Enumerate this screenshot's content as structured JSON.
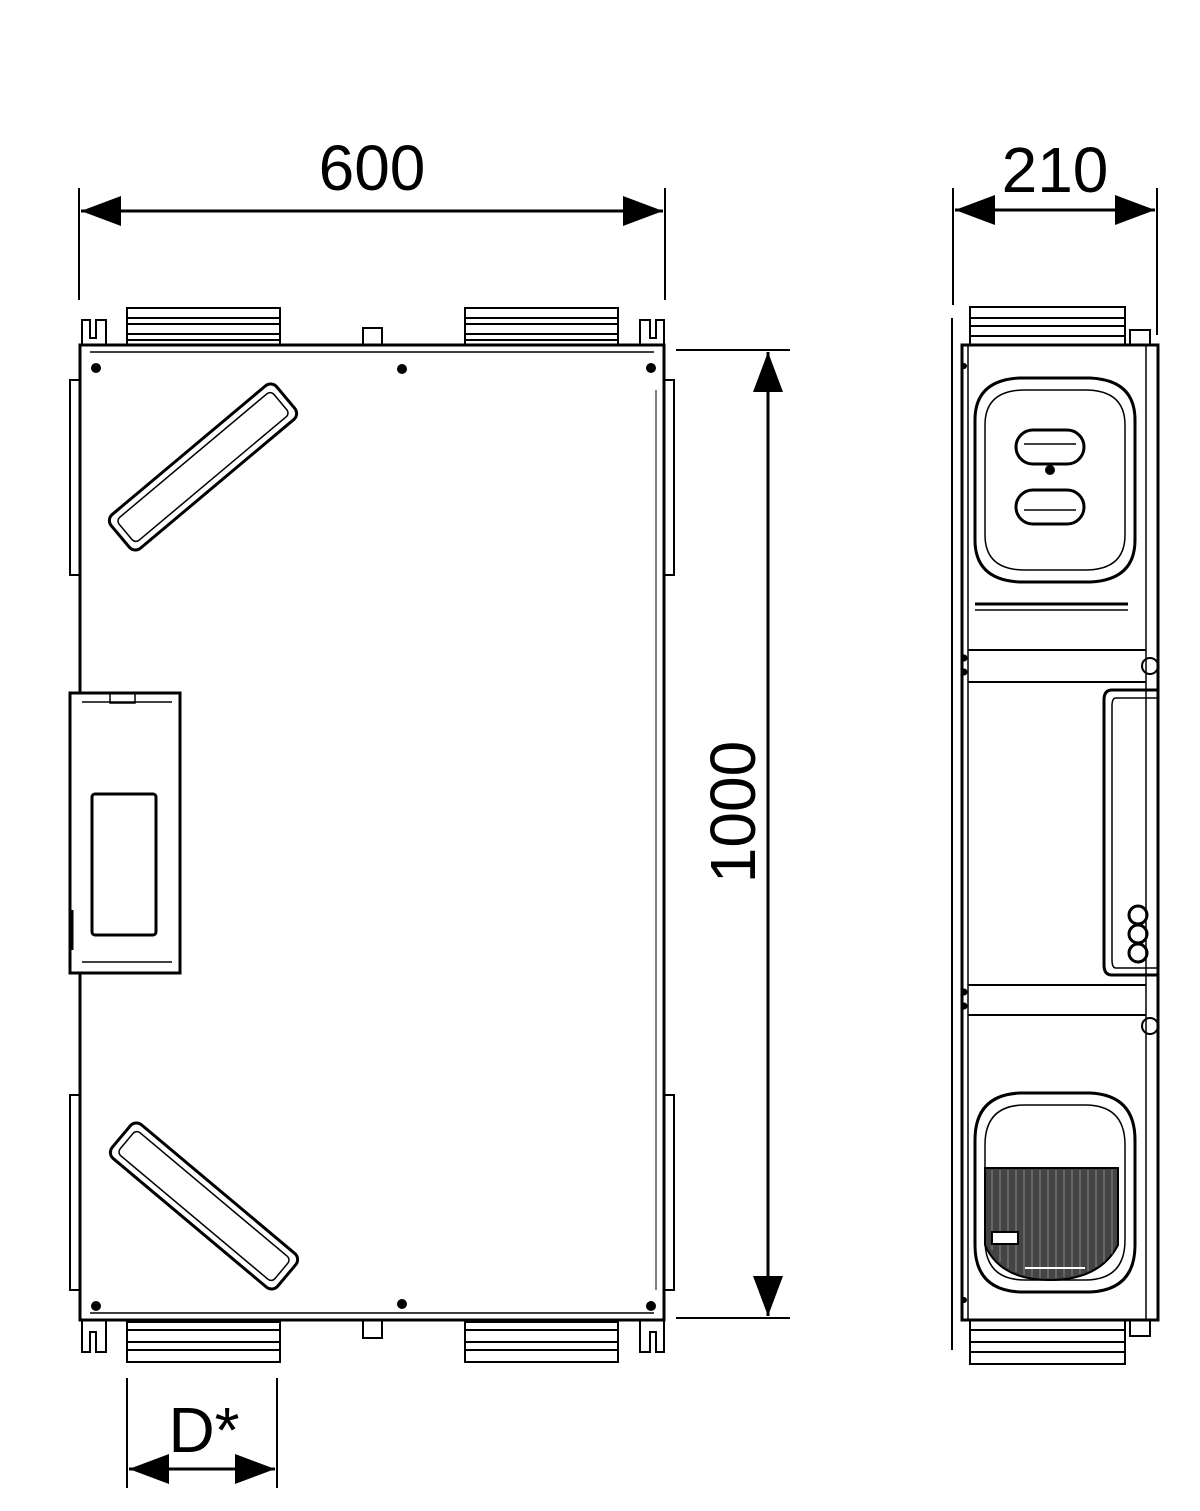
{
  "labels": {
    "width": "600",
    "depth": "210",
    "height": "1000",
    "duct": "D*"
  }
}
